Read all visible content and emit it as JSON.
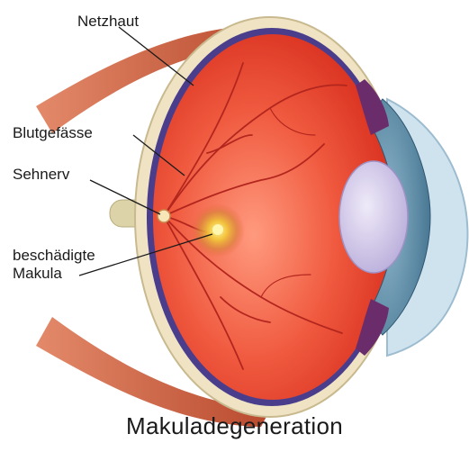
{
  "labels": {
    "retina": "Netzhaut",
    "blood_vessels": "Blutgefässe",
    "optic_nerve": "Sehnerv",
    "damaged_macula_line1": "beschädigte",
    "damaged_macula_line2": "Makula"
  },
  "caption": "Makuladegeneration",
  "colors": {
    "muscle": "#c8563a",
    "sclera": "#efe3c4",
    "choroid": "#4a3d8c",
    "retina_fill": "#ef4e38",
    "vessels": "#b3261e",
    "lens": "#cfc6ea",
    "iris": "#5f8fab",
    "cornea": "#cfe3ef",
    "macula": "#f6d44c",
    "optic_nerve": "#ddd3a8"
  }
}
